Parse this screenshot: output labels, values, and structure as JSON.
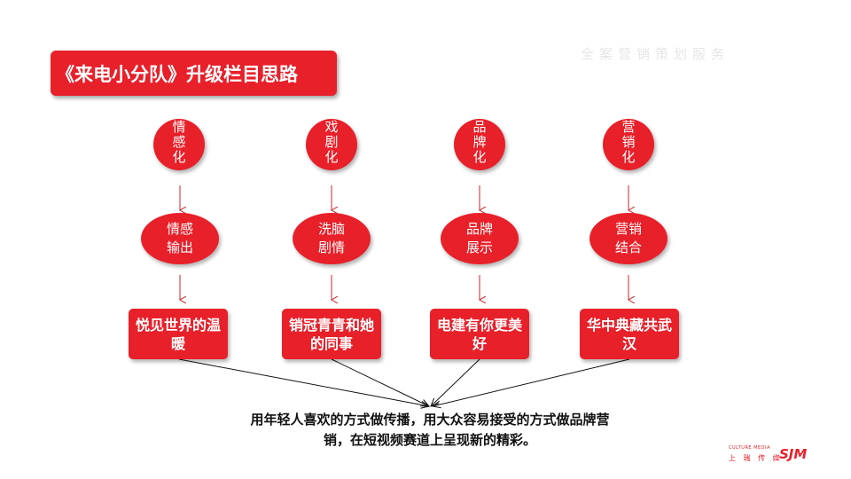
{
  "title": "《来电小分队》升级栏目思路",
  "watermark": "全案营销策划服务",
  "columns": [
    {
      "circle": "情感化",
      "oval": "情感输出",
      "box": "悦见世界的温暖"
    },
    {
      "circle": "戏剧化",
      "oval": "洗脑剧情",
      "box": "销冠青青和她的同事"
    },
    {
      "circle": "品牌化",
      "oval": "品牌展示",
      "box": "电建有你更美好"
    },
    {
      "circle": "营销化",
      "oval": "营销结合",
      "box": "华中典藏共武汉"
    }
  ],
  "summary": "用年轻人喜欢的方式做传播，用大众容易接受的方式做品牌营销，在短视频赛道上呈现新的精彩。",
  "logo": {
    "en": "CULTURE MEDIA",
    "cn": "上 瑞 传 媒",
    "mark": "SJM"
  },
  "colors": {
    "accent": "#e8202a",
    "arrow": "#c8232b",
    "connector": "#111111"
  }
}
